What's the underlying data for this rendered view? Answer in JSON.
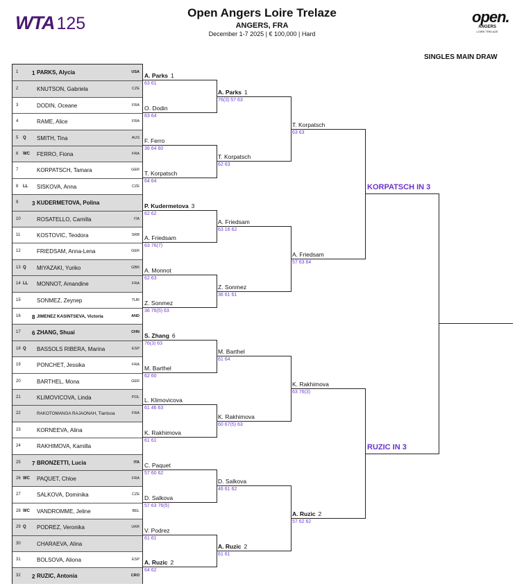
{
  "header": {
    "logo_left": "WTA",
    "logo_left_num": "125",
    "title": "Open Angers Loire Trelaze",
    "location": "ANGERS, FRA",
    "subtitle": "December 1-7 2025  |  € 100,000  |  Hard",
    "logo_right_main": "open.",
    "logo_right_line2": "ANGERS",
    "logo_right_line3": "LOIRE TRELAZE",
    "draw_label": "SINGLES MAIN DRAW"
  },
  "draw": [
    {
      "num": "1",
      "entry": "",
      "seed": "1",
      "name": "PARKS, Alycia",
      "country": "USA",
      "seeded": true
    },
    {
      "num": "2",
      "entry": "",
      "seed": "",
      "name": "KNUTSON, Gabriela",
      "country": "CZE",
      "shade": true
    },
    {
      "num": "3",
      "entry": "",
      "seed": "",
      "name": "DODIN, Oceane",
      "country": "FRA"
    },
    {
      "num": "4",
      "entry": "",
      "seed": "",
      "name": "RAME, Alice",
      "country": "FRA"
    },
    {
      "num": "5",
      "entry": "Q",
      "seed": "",
      "name": "SMITH, Tina",
      "country": "AUS",
      "shade": true
    },
    {
      "num": "6",
      "entry": "WC",
      "seed": "",
      "name": "FERRO, Fiona",
      "country": "FRA",
      "shade": true
    },
    {
      "num": "7",
      "entry": "",
      "seed": "",
      "name": "KORPATSCH, Tamara",
      "country": "GER"
    },
    {
      "num": "8",
      "entry": "LL",
      "seed": "",
      "name": "SISKOVA, Anna",
      "country": "CZE"
    },
    {
      "num": "9",
      "entry": "",
      "seed": "3",
      "name": "KUDERMETOVA, Polina",
      "country": "",
      "seeded": true
    },
    {
      "num": "10",
      "entry": "",
      "seed": "",
      "name": "ROSATELLO, Camilla",
      "country": "ITA",
      "shade": true
    },
    {
      "num": "11",
      "entry": "",
      "seed": "",
      "name": "KOSTOVIC, Teodora",
      "country": "SRB"
    },
    {
      "num": "12",
      "entry": "",
      "seed": "",
      "name": "FRIEDSAM, Anna-Lena",
      "country": "GER"
    },
    {
      "num": "13",
      "entry": "Q",
      "seed": "",
      "name": "MIYAZAKI, Yuriko",
      "country": "GBR",
      "shade": true
    },
    {
      "num": "14",
      "entry": "LL",
      "seed": "",
      "name": "MONNOT, Amandine",
      "country": "FRA",
      "shade": true
    },
    {
      "num": "15",
      "entry": "",
      "seed": "",
      "name": "SONMEZ, Zeynep",
      "country": "TUR"
    },
    {
      "num": "16",
      "entry": "",
      "seed": "8",
      "name": "JIMENEZ KASINTSEVA, Victoria",
      "country": "AND",
      "small": true,
      "bold_country": true
    },
    {
      "num": "17",
      "entry": "",
      "seed": "6",
      "name": "ZHANG, Shuai",
      "country": "CHN",
      "seeded": true
    },
    {
      "num": "18",
      "entry": "Q",
      "seed": "",
      "name": "BASSOLS RIBERA, Marina",
      "country": "ESP",
      "shade": true
    },
    {
      "num": "19",
      "entry": "",
      "seed": "",
      "name": "PONCHET, Jessika",
      "country": "FRA"
    },
    {
      "num": "20",
      "entry": "",
      "seed": "",
      "name": "BARTHEL, Mona",
      "country": "GER"
    },
    {
      "num": "21",
      "entry": "",
      "seed": "",
      "name": "KLIMOVICOVA, Linda",
      "country": "POL",
      "shade": true
    },
    {
      "num": "22",
      "entry": "",
      "seed": "",
      "name": "RAKOTOMANGA RAJAONAH, Tiantsoa",
      "country": "FRA",
      "shade": true,
      "small": true
    },
    {
      "num": "23",
      "entry": "",
      "seed": "",
      "name": "KORNEEVA, Alina",
      "country": ""
    },
    {
      "num": "24",
      "entry": "",
      "seed": "",
      "name": "RAKHIMOVA, Kamilla",
      "country": ""
    },
    {
      "num": "25",
      "entry": "",
      "seed": "7",
      "name": "BRONZETTI, Lucia",
      "country": "ITA",
      "seeded": true
    },
    {
      "num": "26",
      "entry": "WC",
      "seed": "",
      "name": "PAQUET, Chloe",
      "country": "FRA",
      "shade": true
    },
    {
      "num": "27",
      "entry": "",
      "seed": "",
      "name": "SALKOVA, Dominika",
      "country": "CZE"
    },
    {
      "num": "28",
      "entry": "WC",
      "seed": "",
      "name": "VANDROMME, Jeline",
      "country": "BEL"
    },
    {
      "num": "29",
      "entry": "Q",
      "seed": "",
      "name": "PODREZ, Veronika",
      "country": "UKR",
      "shade": true
    },
    {
      "num": "30",
      "entry": "",
      "seed": "",
      "name": "CHARAEVA, Alina",
      "country": "",
      "shade": true
    },
    {
      "num": "31",
      "entry": "",
      "seed": "",
      "name": "BOLSOVA, Aliona",
      "country": "ESP"
    },
    {
      "num": "32",
      "entry": "",
      "seed": "2",
      "name": "RUZIC, Antonia",
      "country": "CRO",
      "seeded": true
    }
  ],
  "round2": [
    {
      "name": "A. Parks",
      "seed": "1",
      "score": "63 61",
      "bold": true
    },
    {
      "name": "O. Dodin",
      "seed": "",
      "score": "63 64"
    },
    {
      "name": "F. Ferro",
      "seed": "",
      "score": "36 64 60"
    },
    {
      "name": "T. Korpatsch",
      "seed": "",
      "score": "64 64"
    },
    {
      "name": "P. Kudermetova",
      "seed": "3",
      "score": "62 62",
      "bold": true
    },
    {
      "name": "A. Friedsam",
      "seed": "",
      "score": "63 76(7)"
    },
    {
      "name": "A. Monnot",
      "seed": "",
      "score": "62 63"
    },
    {
      "name": "Z. Sonmez",
      "seed": "",
      "score": "36 76(5) 63"
    },
    {
      "name": "S. Zhang",
      "seed": "6",
      "score": "76(3) 63",
      "bold": true
    },
    {
      "name": "M. Barthel",
      "seed": "",
      "score": "62 60"
    },
    {
      "name": "L. Klimovicova",
      "seed": "",
      "score": "61 46 63"
    },
    {
      "name": "K. Rakhimova",
      "seed": "",
      "score": "61 61"
    },
    {
      "name": "C. Paquet",
      "seed": "",
      "score": "57 60 62"
    },
    {
      "name": "D. Salkova",
      "seed": "",
      "score": "57 63 76(5)"
    },
    {
      "name": "V. Podrez",
      "seed": "",
      "score": "61 61"
    },
    {
      "name": "A. Ruzic",
      "seed": "2",
      "score": "64 62",
      "bold": true
    }
  ],
  "quarterfinals": [
    {
      "name": "A. Parks",
      "seed": "1",
      "score": "76(3) 57 63",
      "bold": true
    },
    {
      "name": "T. Korpatsch",
      "seed": "",
      "score": "62 63"
    },
    {
      "name": "A. Friedsam",
      "seed": "",
      "score": "63 16 62"
    },
    {
      "name": "Z. Sonmez",
      "seed": "",
      "score": "36 61 61"
    },
    {
      "name": "M. Barthel",
      "seed": "",
      "score": "61 64"
    },
    {
      "name": "K. Rakhimova",
      "seed": "",
      "score": "60 67(5) 63"
    },
    {
      "name": "D. Salkova",
      "seed": "",
      "score": "46 61 62"
    },
    {
      "name": "A. Ruzic",
      "seed": "2",
      "score": "61 61",
      "bold": true
    }
  ],
  "semifinals": [
    {
      "name": "T. Korpatsch",
      "seed": "",
      "score": "63 63"
    },
    {
      "name": "A. Friedsam",
      "seed": "",
      "score": "57 63 64"
    },
    {
      "name": "K. Rakhimova",
      "seed": "",
      "score": "63 76(3)"
    },
    {
      "name": "A. Ruzic",
      "seed": "2",
      "score": "57 62 62",
      "bold": true
    }
  ],
  "final": [
    {
      "label": "KORPATSCH IN 3"
    },
    {
      "label": "RUZIC IN 3"
    }
  ]
}
